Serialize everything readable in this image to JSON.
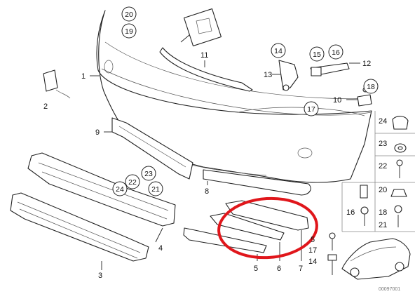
{
  "callouts": {
    "c1": "1",
    "c2": "2",
    "c3": "3",
    "c4": "4",
    "c5": "5",
    "c6": "6",
    "c7": "7",
    "c8": "8",
    "c9": "9",
    "c10": "10",
    "c11": "11",
    "c12": "12",
    "c13": "13",
    "c5b": "5",
    "c14": "14",
    "c16": "16",
    "c17": "17",
    "c18": "18",
    "c21": "21",
    "c22": "22"
  },
  "bubbles": {
    "b20a": "20",
    "b19": "19",
    "b14": "14",
    "b15": "15",
    "b16": "16",
    "b18": "18",
    "b17": "17",
    "b22": "22",
    "b23": "23",
    "b24": "24",
    "b21": "21",
    "p24": "24",
    "p23": "23",
    "p20": "20"
  },
  "watermark": "00097001",
  "colors": {
    "highlight": "#e0161b",
    "line": "#222222"
  }
}
